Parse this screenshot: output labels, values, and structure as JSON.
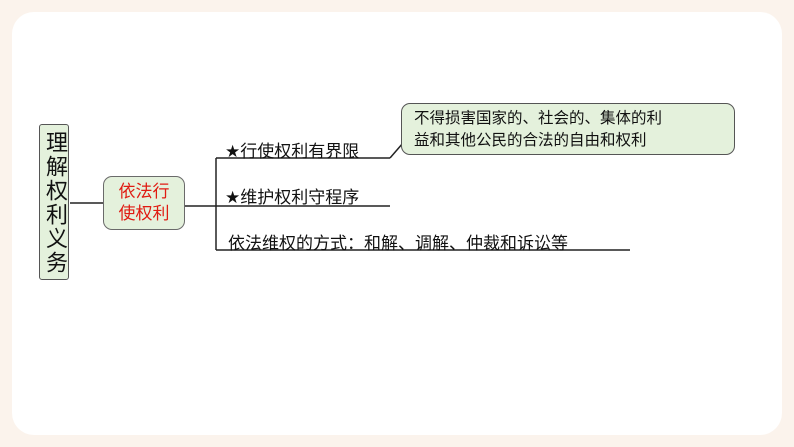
{
  "root": {
    "label": "理解权利义务"
  },
  "topic": {
    "line1": "依法行",
    "line2": "使权利"
  },
  "branches": [
    "★行使权利有界限",
    "★维护权利守程序",
    "依法维权的方式：和解、调解、仲裁和诉讼等"
  ],
  "note": {
    "line1": "不得损害国家的、社会的、集体的利",
    "line2": "益和其他公民的合法的自由和权利"
  },
  "colors": {
    "box_fill": "#e4f1dc",
    "topic_text": "#e01b12",
    "background": "#fbf3ec"
  }
}
